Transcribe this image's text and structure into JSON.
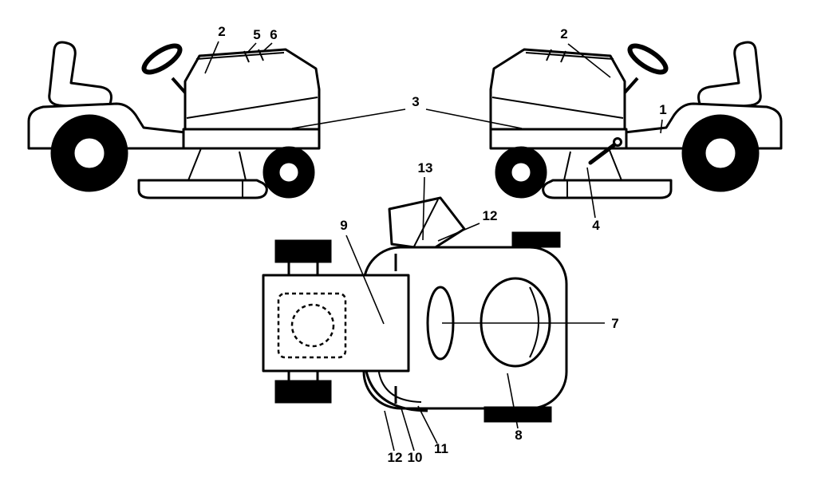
{
  "figure": {
    "type": "parts-location-diagram",
    "subject": "riding lawn tractor shown in left side view, right side view and top view with numbered callouts",
    "colors": {
      "line": "#000000",
      "background": "#ffffff"
    },
    "callouts": [
      {
        "id": "callout-2-left",
        "label": "2"
      },
      {
        "id": "callout-5",
        "label": "5"
      },
      {
        "id": "callout-6",
        "label": "6"
      },
      {
        "id": "callout-3",
        "label": "3"
      },
      {
        "id": "callout-2-right",
        "label": "2"
      },
      {
        "id": "callout-1",
        "label": "1"
      },
      {
        "id": "callout-4",
        "label": "4"
      },
      {
        "id": "callout-13",
        "label": "13"
      },
      {
        "id": "callout-12-top",
        "label": "12"
      },
      {
        "id": "callout-9",
        "label": "9"
      },
      {
        "id": "callout-7",
        "label": "7"
      },
      {
        "id": "callout-8",
        "label": "8"
      },
      {
        "id": "callout-12-bottom",
        "label": "12"
      },
      {
        "id": "callout-10",
        "label": "10"
      },
      {
        "id": "callout-11",
        "label": "11"
      }
    ]
  }
}
